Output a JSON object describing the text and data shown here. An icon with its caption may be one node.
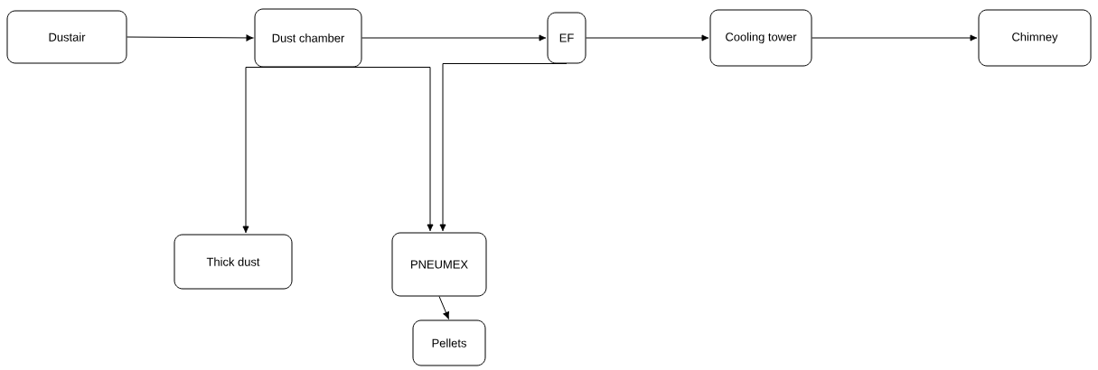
{
  "diagram": {
    "nodes": [
      {
        "text": [
          "Dustair"
        ]
      },
      {
        "text": [
          "Dust chamber"
        ]
      },
      {
        "text": [
          "EF"
        ]
      },
      {
        "text": [
          "Cooling tower"
        ]
      },
      {
        "text": [
          "Chimney"
        ]
      },
      {
        "text": [
          "Thick dust"
        ]
      },
      {
        "text": [
          "PNEUMEX"
        ]
      },
      {
        "text": [
          "Pellets"
        ]
      }
    ],
    "edges": [
      {
        "from": 0,
        "to": 1,
        "arrow": "to"
      },
      {
        "from": 1,
        "to": 2,
        "arrow": "to"
      },
      {
        "from": 2,
        "to": 3,
        "arrow": "to"
      },
      {
        "from": 3,
        "to": 4,
        "arrow": "to"
      },
      {
        "from": 1,
        "to": 5,
        "arrow": "to"
      },
      {
        "from": 1,
        "to": 6,
        "arrow": "to"
      },
      {
        "from": 2,
        "to": 6,
        "arrow": "to"
      },
      {
        "from": 6,
        "to": 7,
        "arrow": "to"
      }
    ]
  }
}
